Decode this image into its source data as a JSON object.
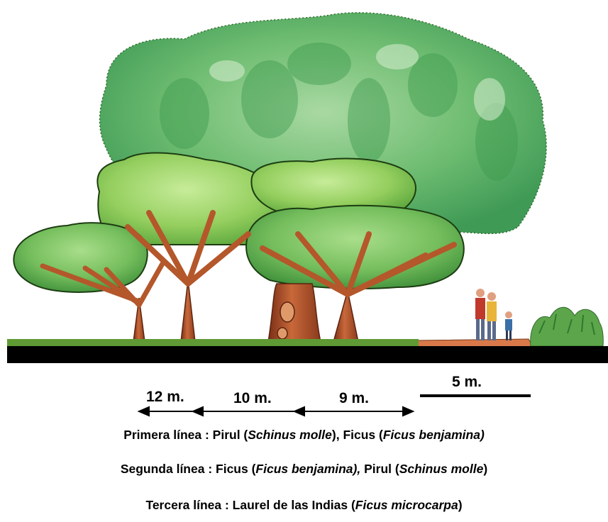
{
  "scale": {
    "label": "5 m."
  },
  "spacings": [
    {
      "label": "12 m."
    },
    {
      "label": "10 m."
    },
    {
      "label": "9 m."
    }
  ],
  "lines": [
    {
      "prefix": "Primera línea :  Pirul (",
      "sp1": "Schinus molle",
      "mid": "), Ficus (",
      "sp2": "Ficus benjamina)",
      "end": ""
    },
    {
      "prefix": "Segunda línea : Ficus (",
      "sp1": "Ficus benjamina),",
      "mid": " Pirul (",
      "sp2": "Schinus molle",
      "end": ")"
    },
    {
      "prefix": "Tercera línea : Laurel de las Indias (",
      "sp1": "Ficus microcarpa",
      "mid": ")",
      "sp2": "",
      "end": ""
    }
  ],
  "colors": {
    "canopy_back": "#5fae62",
    "canopy_mid": "#8fcf5d",
    "canopy_front": "#7cc061",
    "trunk": "#b4572b",
    "grass": "#5f9a34",
    "ground": "#000000",
    "path": "#d9794a"
  }
}
